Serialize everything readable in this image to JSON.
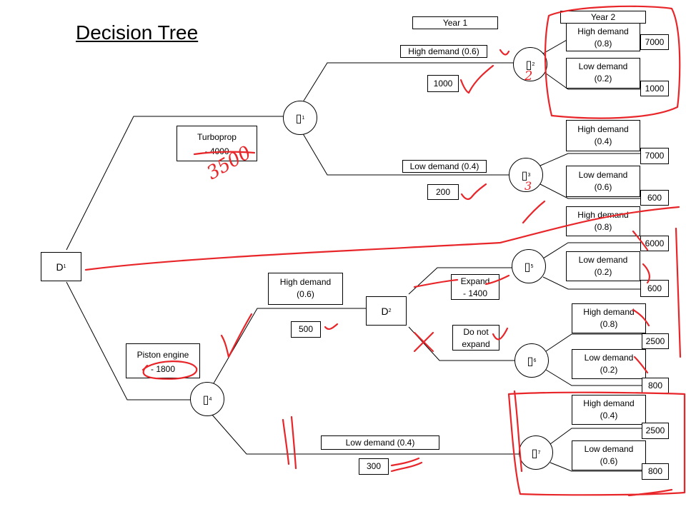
{
  "title": "Decision Tree",
  "year1": "Year 1",
  "year2": "Year 2",
  "decision_nodes": {
    "d1": {
      "label": "D",
      "sub": "1"
    },
    "d2": {
      "label": "D",
      "sub": "2"
    }
  },
  "chance_nodes": {
    "c1": {
      "glyph": "▯",
      "sub": "1"
    },
    "c2": {
      "glyph": "▯",
      "sub": "2"
    },
    "c3": {
      "glyph": "▯",
      "sub": "3"
    },
    "c4": {
      "glyph": "▯",
      "sub": "4"
    },
    "c5": {
      "glyph": "▯",
      "sub": "5"
    },
    "c6": {
      "glyph": "▯",
      "sub": "6"
    },
    "c7": {
      "glyph": "▯",
      "sub": "7"
    }
  },
  "branches": {
    "turboprop": {
      "name": "Turboprop",
      "cost": "- 4000"
    },
    "piston": {
      "name": "Piston engine",
      "cost": "- 1800"
    },
    "t_high": "High demand (0.6)",
    "t_high_payoff": "1000",
    "t_low": "Low  demand (0.4)",
    "t_low_payoff": "200",
    "p_high_line1": "High demand",
    "p_high_line2": "(0.6)",
    "p_high_payoff": "500",
    "p_low": "Low  demand (0.4)",
    "p_low_payoff": "300",
    "expand_line1": "Expand",
    "expand_line2": "- 1400",
    "noexpand_line1": "Do not",
    "noexpand_line2": "expand"
  },
  "year2_outcomes": [
    {
      "l1": "High demand",
      "l2": "(0.8)",
      "payoff": "7000"
    },
    {
      "l1": "Low  demand",
      "l2": "(0.2)",
      "payoff": "1000"
    },
    {
      "l1": "High demand",
      "l2": "(0.4)",
      "payoff": "7000"
    },
    {
      "l1": "Low  demand",
      "l2": "(0.6)",
      "payoff": "600"
    },
    {
      "l1": "High demand",
      "l2": "(0.8)",
      "payoff": "6000"
    },
    {
      "l1": "Low  demand",
      "l2": "(0.2)",
      "payoff": "600"
    },
    {
      "l1": "High demand",
      "l2": "(0.8)",
      "payoff": "2500"
    },
    {
      "l1": "Low  demand",
      "l2": "(0.2)",
      "payoff": "800"
    },
    {
      "l1": "High demand",
      "l2": "(0.4)",
      "payoff": "2500"
    },
    {
      "l1": "Low  demand",
      "l2": "(0.6)",
      "payoff": "800"
    }
  ],
  "annotations": {
    "turboprop_revised": "3500",
    "c2_value": "2",
    "c3_value": "3"
  },
  "colors": {
    "ink": "#000000",
    "annotation": "#e8262a"
  }
}
